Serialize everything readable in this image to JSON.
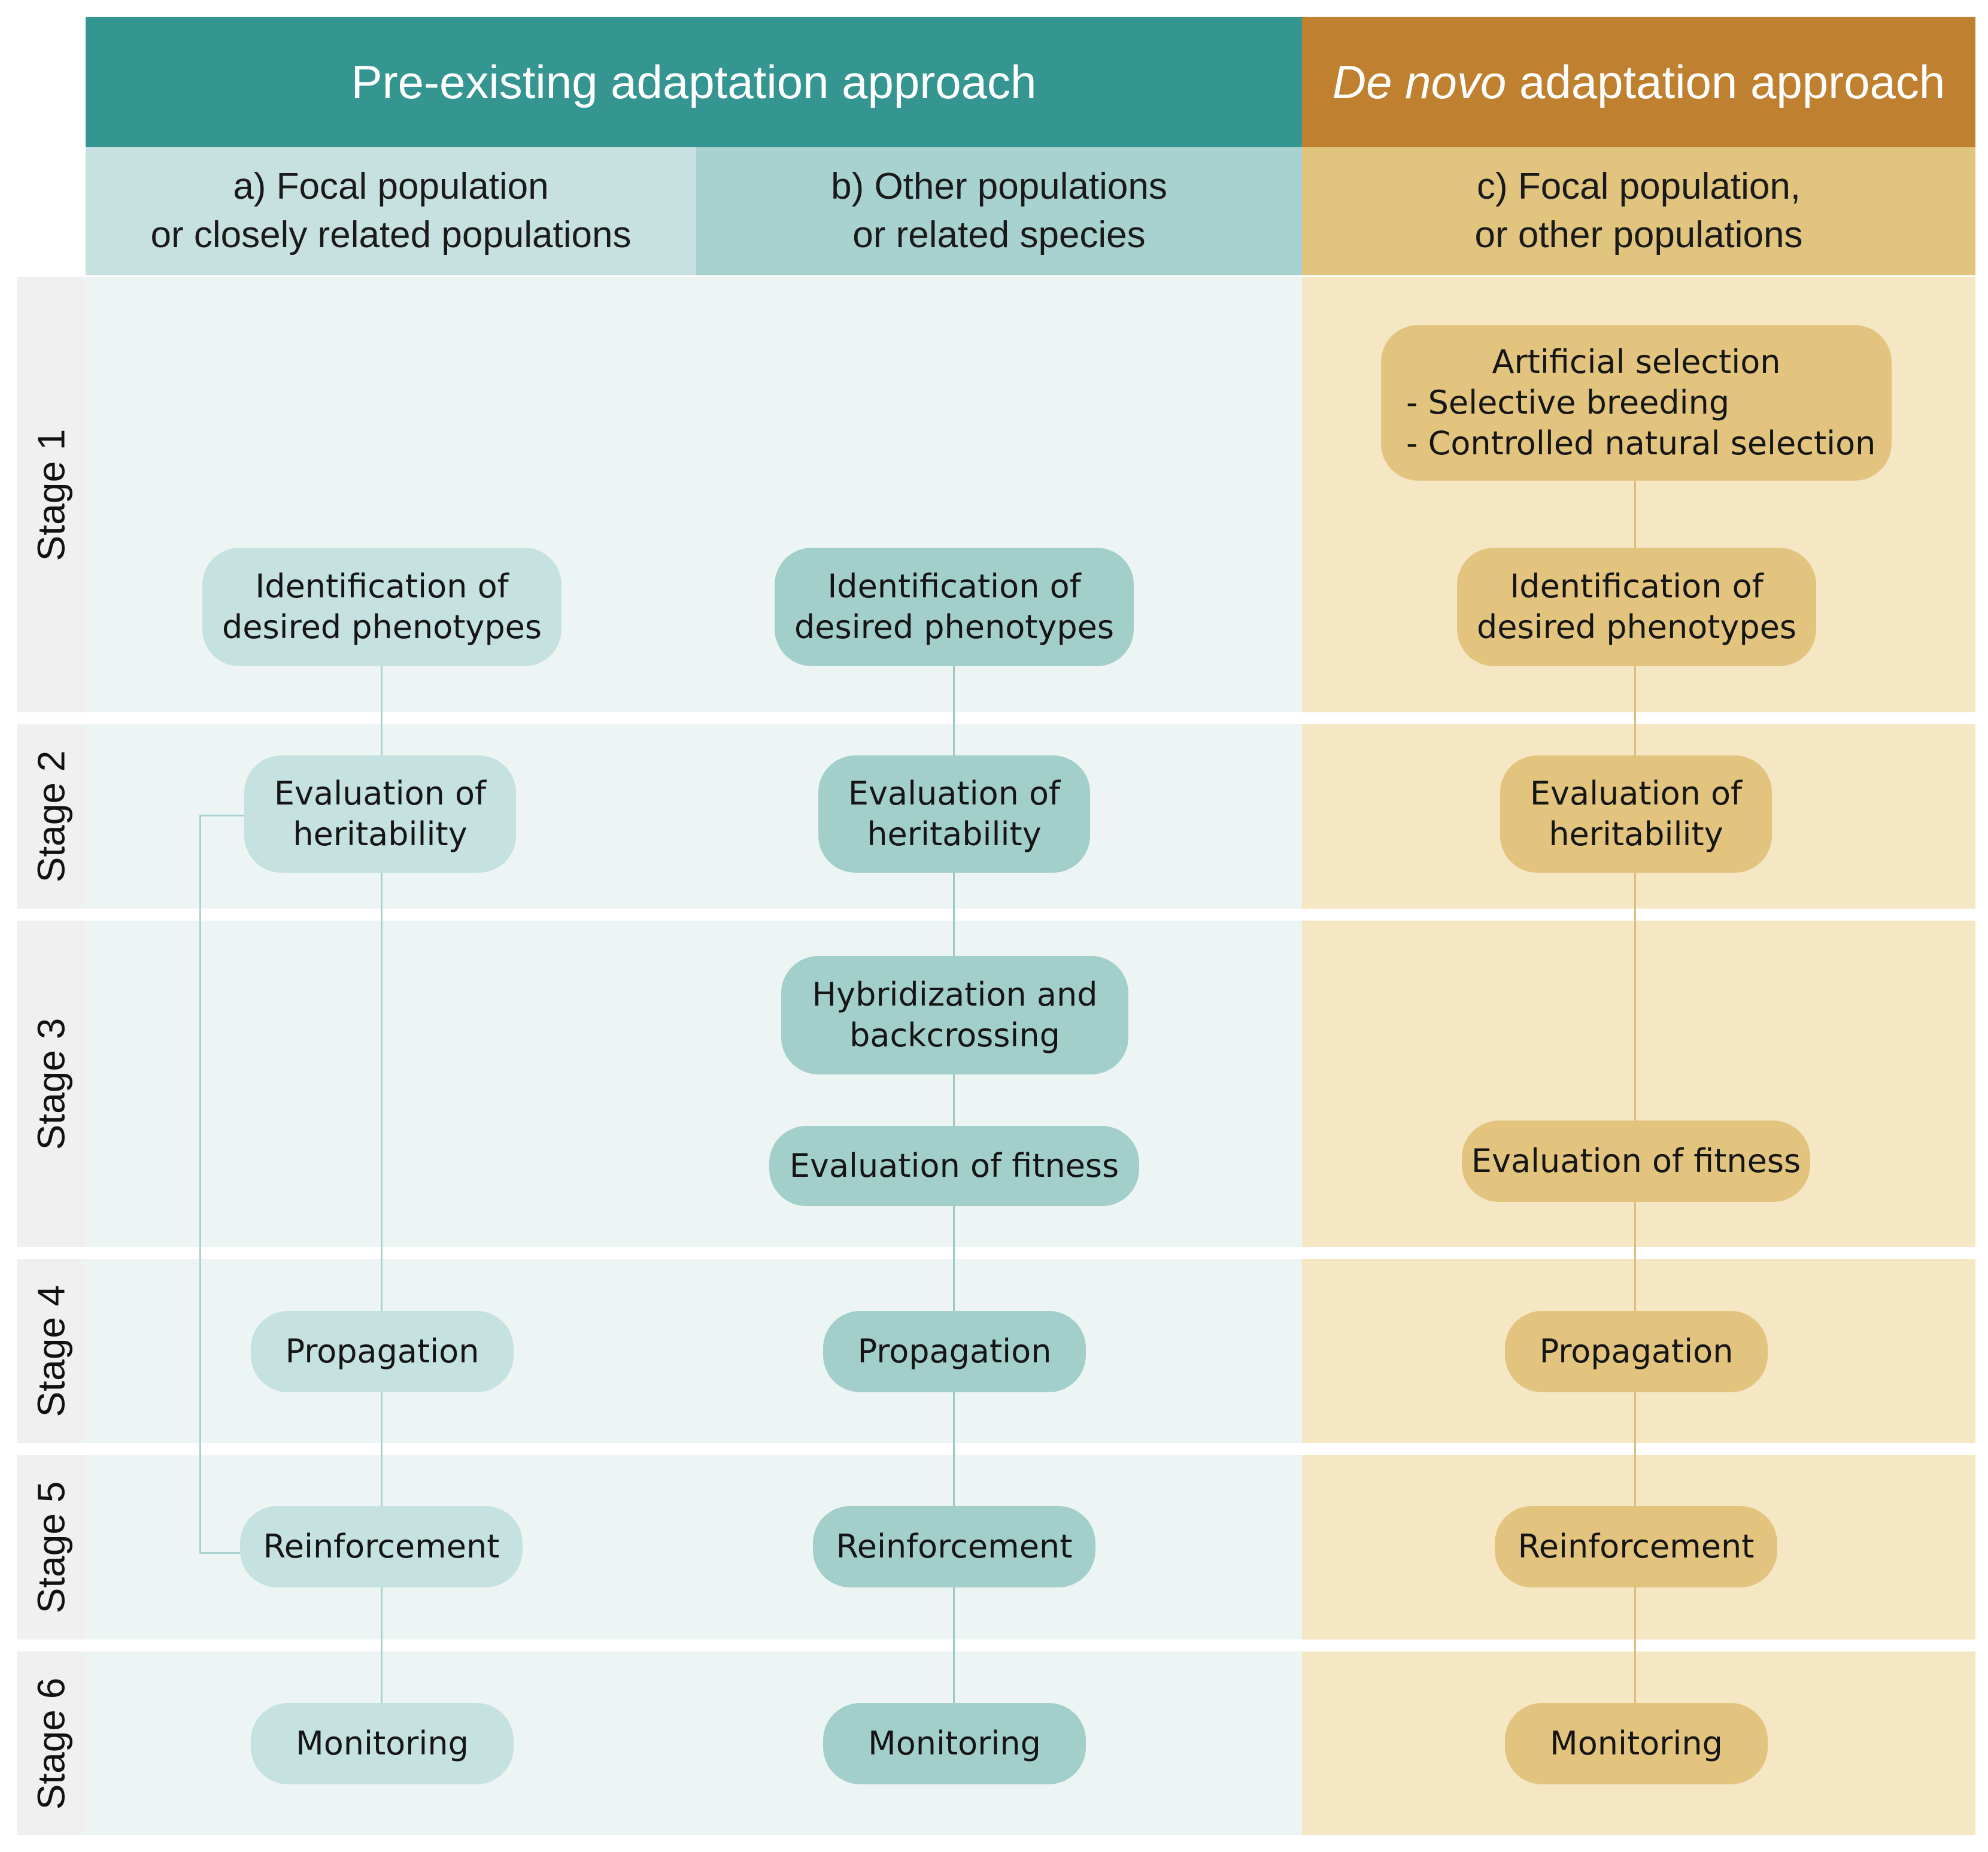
{
  "headers": {
    "left": "Pre-existing adaptation approach",
    "right_italic": "De novo",
    "right_rest": " adaptation approach"
  },
  "columns": [
    {
      "line1": "a) Focal population",
      "line2": "or closely related populations"
    },
    {
      "line1": "b) Other populations",
      "line2": "or related species"
    },
    {
      "line1": "c) Focal population,",
      "line2": "or other populations"
    }
  ],
  "stages": [
    "Stage 1",
    "Stage 2",
    "Stage 3",
    "Stage 4",
    "Stage 5",
    "Stage 6"
  ],
  "nodes": {
    "identification_l1": "Identification of",
    "identification_l2": "desired phenotypes",
    "heritability_l1": "Evaluation of",
    "heritability_l2": "heritability",
    "hybridization_l1": "Hybridization and",
    "hybridization_l2": "backcrossing",
    "fitness": "Evaluation of fitness",
    "propagation": "Propagation",
    "reinforcement": "Reinforcement",
    "monitoring": "Monitoring",
    "artificial_title": "Artificial selection",
    "artificial_item1": "- Selective breeding",
    "artificial_item2": "- Controlled natural selection"
  },
  "colors": {
    "teal_header": "#359591",
    "orange_header": "#bf8130",
    "col_a_sub": "#c6e1e0",
    "col_b_sub": "#a8d2cf",
    "col_c_sub": "#e1c47e",
    "col_ab_panel": "#edf5f4",
    "col_c_panel": "#f5e6c4",
    "box_a": "#c5e1e0",
    "box_b": "#a3cfcb",
    "box_c": "#e2c47e",
    "line_teal": "#a8d2cf",
    "line_orange": "#dcbd7d"
  }
}
